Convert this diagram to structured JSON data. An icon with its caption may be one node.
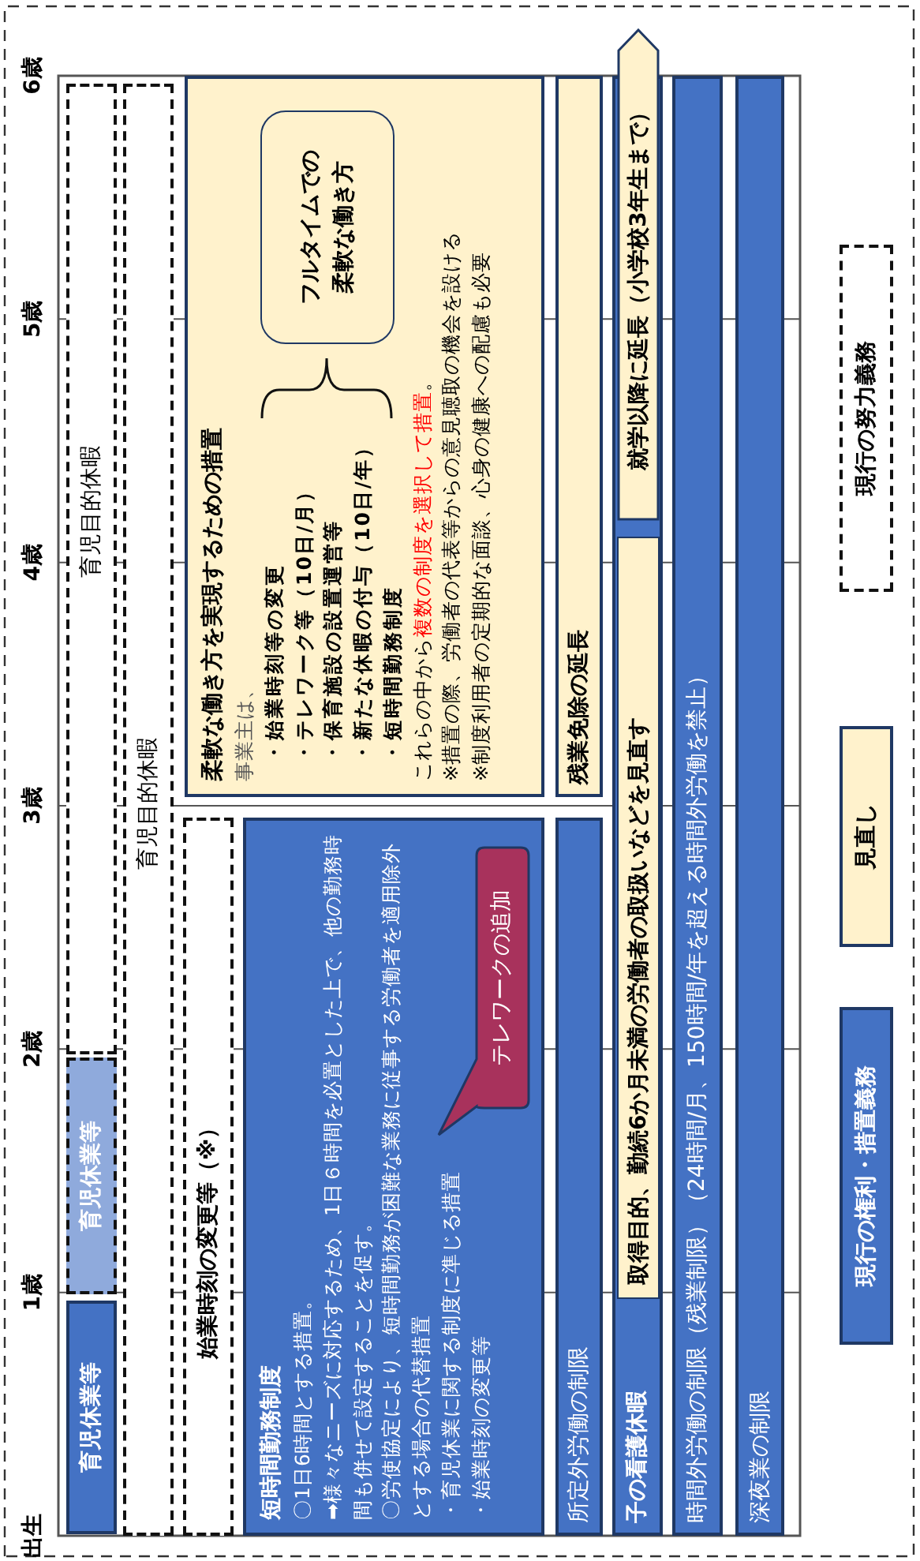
{
  "diagram": {
    "nodes": [
      {
        "text": [
          "育児休業等"
        ]
      },
      {
        "text": [
          "育児休業等"
        ]
      },
      {
        "text": [
          "育児目的休暇"
        ]
      },
      {
        "text": [
          "育児目的休暇"
        ]
      },
      {
        "text": [
          "始業時刻の変更等（※）"
        ]
      },
      {
        "text": [
          "短時間勤務制度",
          "〇1日6時間とする措置。",
          "➡様々なニーズに対応するため、1日６時間を必置とした上で、他の勤務時間も併せて設定することを促す。",
          "〇労使協定により、短時間勤務が困難な業務に従事する労働者を適用除外とする場合の代替措置",
          "・育児休業に関する制度に準じる措置",
          "・始業時刻の変更等"
        ]
      },
      {
        "text": [
          "テレワークの追加"
        ],
        "in": 5
      },
      {
        "text": [
          "柔軟な働き方を実現するための措置",
          "事業主は、",
          "・始業時刻等の変更",
          "・テレワーク等（10日/月）",
          "・保育施設の設置運営等",
          "・新たな休暇の付与（10日/年）",
          "・短時間勤務制度",
          "これらの中から**複数の制度を選択して措置**。",
          "※措置の際、労働者の代表等からの意見聴取の機会を設ける",
          "※制度利用者の定期的な面談、心身の健康への配慮も必要"
        ]
      },
      {
        "text": [
          "フルタイムでの柔軟な働き方"
        ],
        "in": 7
      },
      {
        "text": [
          "所定外労働の制限"
        ]
      },
      {
        "text": [
          "残業免除の延長"
        ]
      },
      {
        "text": [
          "子の看護休暇"
        ]
      },
      {
        "text": [
          "取得目的、勤続6か月未満の労働者の取扱いなどを見直す"
        ],
        "in": 11
      },
      {
        "text": [
          "就学以降に延長（小学校3年生まで）"
        ],
        "in": 11
      },
      {
        "text": [
          "時間外労働の制限（残業制限）（24時間/月、150時間/年を超える時間外労働を禁止）"
        ]
      },
      {
        "text": [
          "深夜業の制限"
        ]
      }
    ],
    "labels": [
      "出生",
      "1歳",
      "2歳",
      "3歳",
      "4歳",
      "5歳",
      "6歳"
    ],
    "legend": [
      {
        "text": "現行の権利・措置義務",
        "color": "#4472c4"
      },
      {
        "text": "見直し",
        "color": "#fff2cc"
      },
      {
        "text": "現行の努力義務"
      }
    ]
  }
}
